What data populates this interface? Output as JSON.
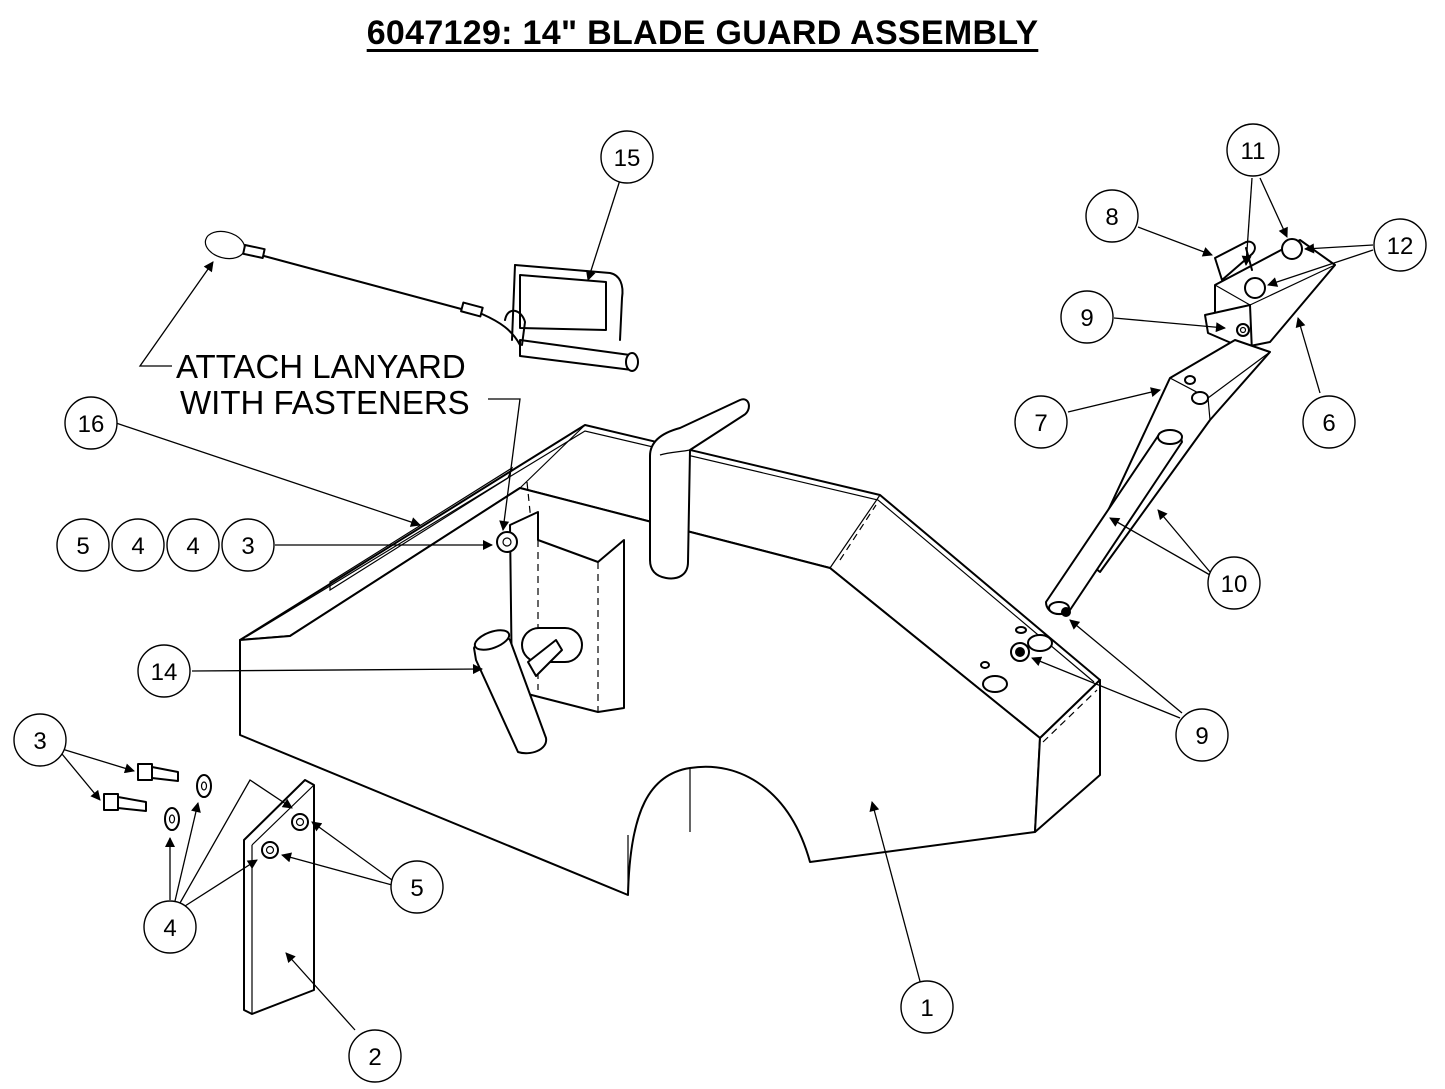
{
  "title": "6047129:  14\" BLADE GUARD ASSEMBLY",
  "note": {
    "line1": "ATTACH LANYARD",
    "line2": "WITH FASTENERS"
  },
  "callouts": {
    "c1": "1",
    "c2": "2",
    "c3_left": "3",
    "c3_row": "3",
    "c4_left": "4",
    "c4_row_a": "4",
    "c4_row_b": "4",
    "c5_left": "5",
    "c5_row": "5",
    "c6": "6",
    "c7": "7",
    "c8": "8",
    "c9_top": "9",
    "c9_bottom": "9",
    "c10": "10",
    "c11": "11",
    "c12": "12",
    "c14": "14",
    "c15": "15",
    "c16": "16"
  }
}
